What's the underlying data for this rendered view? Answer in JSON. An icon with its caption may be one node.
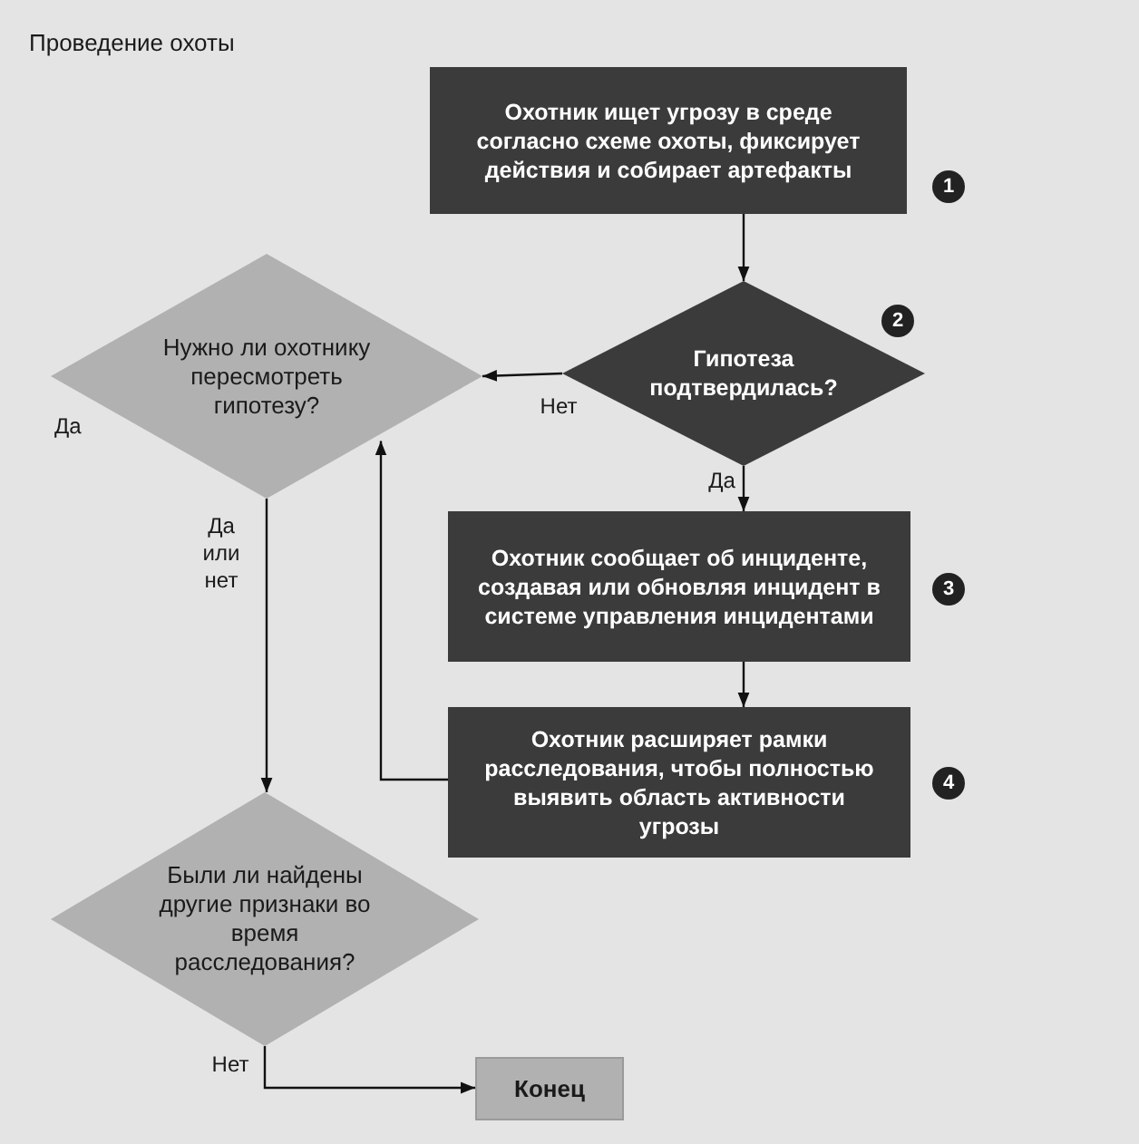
{
  "diagram": {
    "title": "Проведение охоты",
    "nodes": [
      {
        "text": [
          "Охотник ищет угрозу в среде согласно схеме охоты, фиксирует действия и собирает артефакты"
        ],
        "beside": [
          "1"
        ]
      },
      {
        "text": [
          "Гипотеза подтвердилась?"
        ],
        "beside": [
          "2"
        ]
      },
      {
        "text": [
          "Нужно ли охотнику пересмотреть гипотезу?"
        ]
      },
      {
        "text": [
          "Охотник сообщает об инциденте, создавая или обновляя инцидент в системе управления инцидентами"
        ],
        "beside": [
          "3"
        ]
      },
      {
        "text": [
          "Охотник расширяет рамки расследования, чтобы полностью выявить область активности угрозы"
        ],
        "beside": [
          "4"
        ]
      },
      {
        "text": [
          "Были ли найдены другие признаки во время расследования?"
        ]
      },
      {
        "text": [
          "Конец"
        ]
      }
    ],
    "edges": [
      {
        "from": 0,
        "to": 1,
        "arrow": "to"
      },
      {
        "from": 1,
        "to": 2,
        "arrow": "to",
        "label": "Нет"
      },
      {
        "from": 1,
        "to": 3,
        "arrow": "to",
        "label": "Да"
      },
      {
        "from": 3,
        "to": 4,
        "arrow": "to"
      },
      {
        "from": 4,
        "to": 2,
        "arrow": "to"
      },
      {
        "from": 2,
        "to": 5,
        "arrow": "to",
        "label": "Да или нет"
      },
      {
        "from": 5,
        "to": 6,
        "arrow": "to",
        "label": "Нет"
      }
    ],
    "labels": [
      "Да"
    ]
  }
}
